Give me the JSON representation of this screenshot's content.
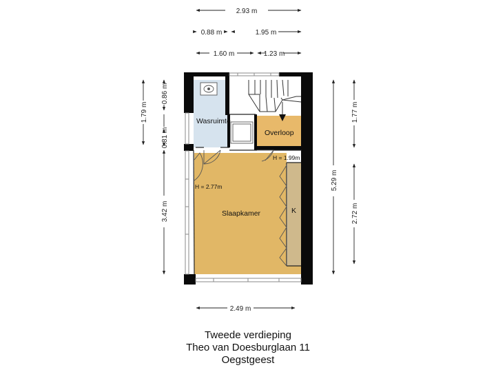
{
  "dimensions": {
    "top_total": "2.93 m",
    "top_left_a": "0.88 m",
    "top_right_a": "1.95 m",
    "top_left_b": "1.60 m",
    "top_right_b": "1.23 m",
    "bottom_width": "2.49 m",
    "left_upper": "1.79 m",
    "left_small_a": "0.86 m",
    "left_small_b": "0.81 m",
    "left_lower": "3.42 m",
    "right_total": "5.29 m",
    "right_upper": "1.77 m",
    "right_lower": "2.72 m"
  },
  "rooms": {
    "wasruimte": "Wasruimte",
    "overloop": "Overloop",
    "slaapkamer": "Slaapkamer",
    "kast": "K"
  },
  "heights": {
    "overloop": "H = 1.99m",
    "slaapkamer": "H = 2.77m"
  },
  "colors": {
    "wall": "#0a0a0a",
    "wasruimte": "#d6e3ee",
    "overloop": "#e8b96a",
    "slaapkamer": "#e1b766",
    "kast": "#cfb98c",
    "stairs": "#ffffff"
  },
  "caption": {
    "line1": "Tweede verdieping",
    "line2": "Theo van Doesburglaan 11",
    "line3": "Oegstgeest"
  }
}
